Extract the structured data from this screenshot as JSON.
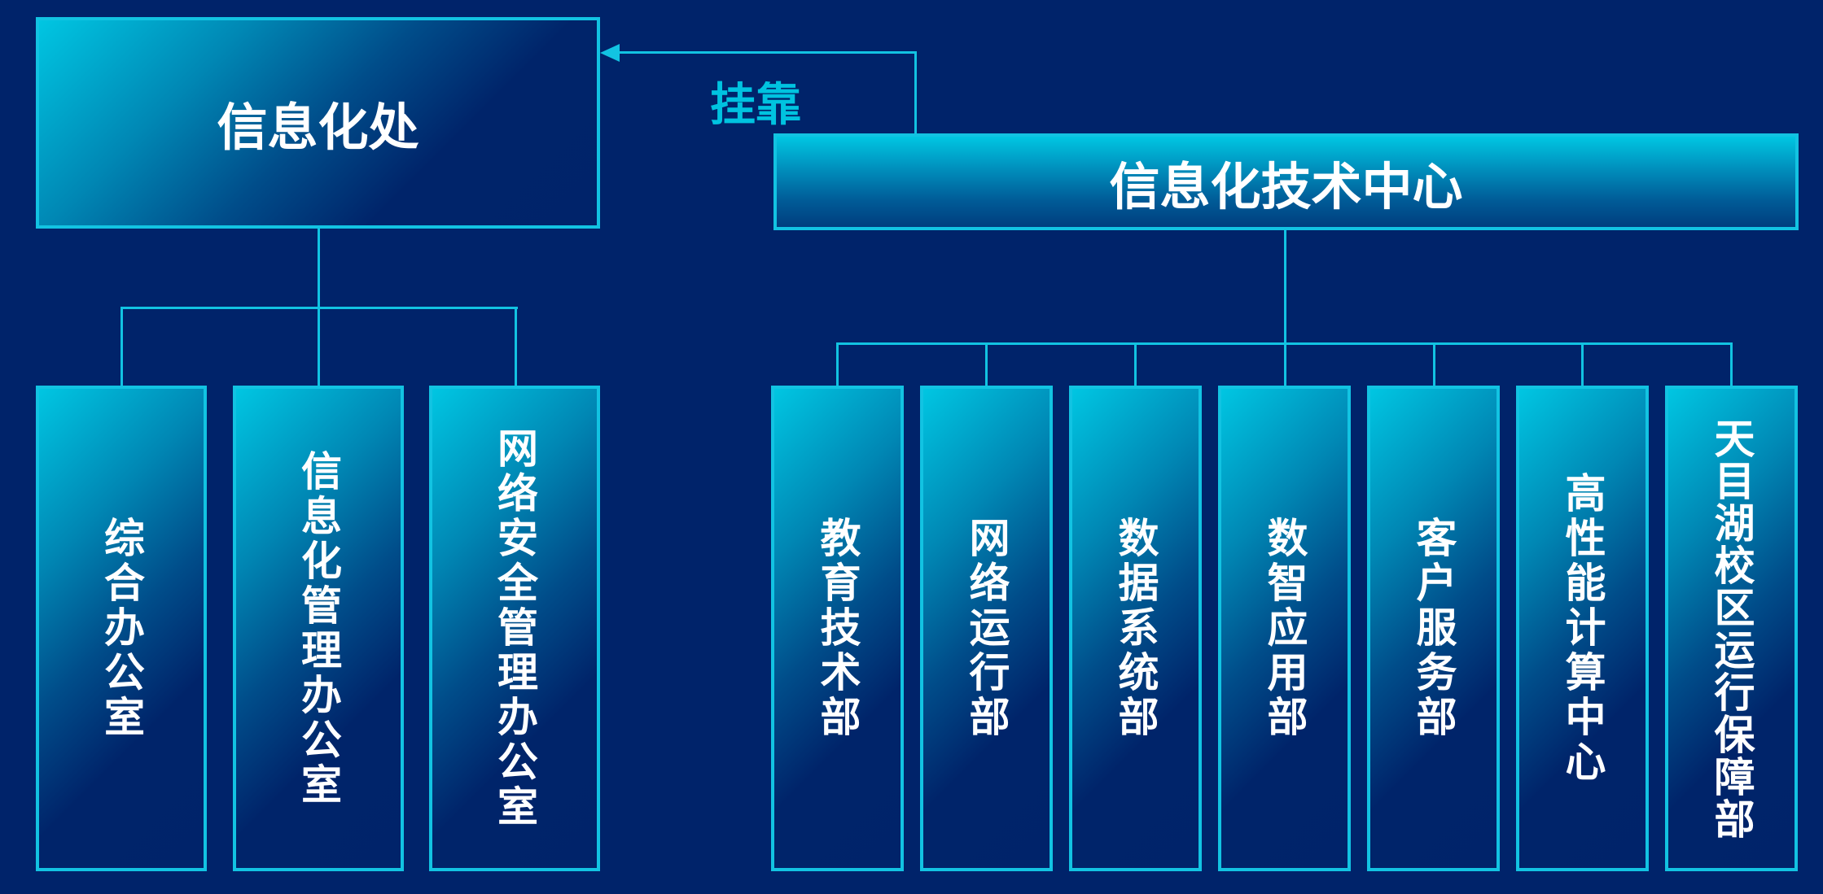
{
  "left_unit": {
    "title": "信息化处",
    "children": [
      "综合办公室",
      "信息化管理办公室",
      "网络安全管理办公室"
    ]
  },
  "relation_label": "挂靠",
  "right_unit": {
    "title": "信息化技术中心",
    "children": [
      "教育技术部",
      "网络运行部",
      "数据系统部",
      "数智应用部",
      "客户服务部",
      "高性能计算中心",
      "天目湖校区运行保障部"
    ]
  },
  "colors": {
    "background": "#00236a",
    "accent": "#12c3e2",
    "text": "#ffffff",
    "label": "#00c3e0"
  }
}
